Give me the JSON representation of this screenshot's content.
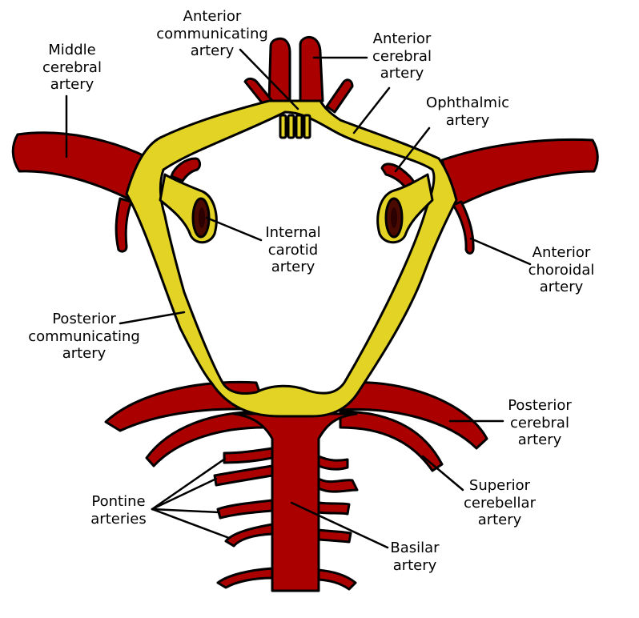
{
  "colors": {
    "artery_red": "#aa0000",
    "circle_yellow": "#e2d325",
    "outline": "#000000",
    "lumen": "#4a0a00",
    "leader": "#000000",
    "background": "#ffffff"
  },
  "labels": {
    "anterior_communicating": [
      "Anterior",
      "communicating",
      "artery"
    ],
    "middle_cerebral": [
      "Middle",
      "cerebral",
      "artery"
    ],
    "anterior_cerebral": [
      "Anterior",
      "cerebral",
      "artery"
    ],
    "ophthalmic": [
      "Ophthalmic",
      "artery"
    ],
    "internal_carotid": [
      "Internal",
      "carotid",
      "artery"
    ],
    "anterior_choroidal": [
      "Anterior",
      "choroidal",
      "artery"
    ],
    "posterior_communicating": [
      "Posterior",
      "communicating",
      "artery"
    ],
    "posterior_cerebral": [
      "Posterior",
      "cerebral",
      "artery"
    ],
    "pontine": [
      "Pontine",
      "arteries"
    ],
    "superior_cerebellar": [
      "Superior",
      "cerebellar",
      "artery"
    ],
    "basilar": [
      "Basilar",
      "artery"
    ]
  }
}
